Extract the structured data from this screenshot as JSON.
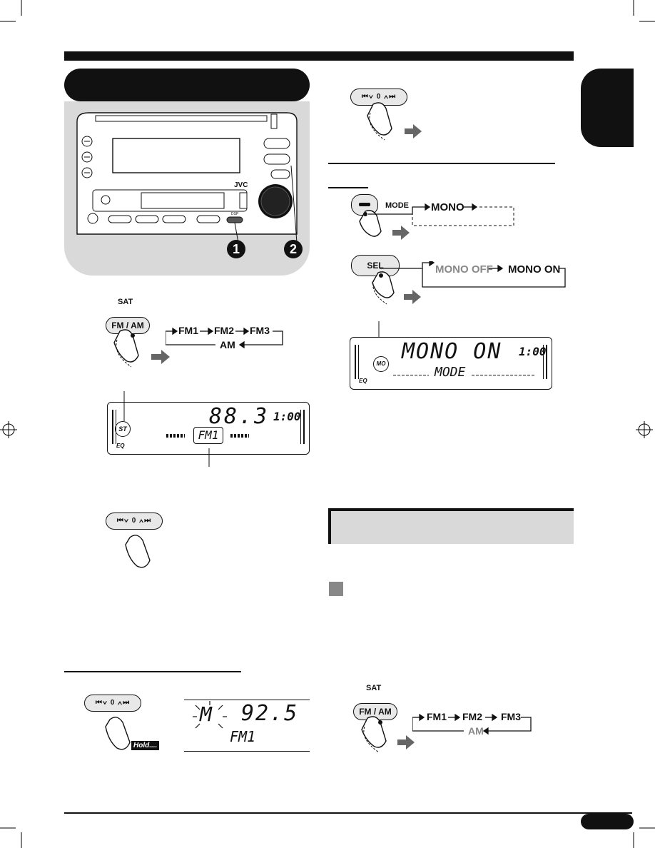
{
  "brand": "JVC",
  "header_bar_color": "#111111",
  "lang_tab_color": "#111111",
  "panel_color": "#d9d9d9",
  "fm_am_button": {
    "label": "FM / AM",
    "sat_label": "SAT"
  },
  "band_sequence": {
    "items": [
      "FM1",
      "FM2",
      "FM3"
    ],
    "return": "AM"
  },
  "display_main": {
    "indicator": "ST",
    "frequency": "88.3",
    "clock": "1:00",
    "band": "FM1",
    "eq_label": "EQ"
  },
  "callouts": {
    "one": "1",
    "two": "2"
  },
  "dev_face_small_label": "DSP",
  "seek_button": {
    "symbols": "⏮∨ 0 ∧⏭"
  },
  "mode_flow": {
    "mode_label": "MODE",
    "first": "MONO"
  },
  "sel_flow": {
    "button": "SEL",
    "off": "MONO OFF",
    "on": "MONO ON"
  },
  "display_mono": {
    "indicator": "MO",
    "main": "MONO ON",
    "clock": "1:00",
    "sub": "MODE",
    "eq_label": "EQ"
  },
  "preset_display": {
    "flash": "M",
    "frequency": "92.5",
    "band": "FM1",
    "hold": "Hold...."
  },
  "band_sequence_2": {
    "items": [
      "FM1",
      "FM2",
      "FM3"
    ],
    "return": "AM"
  },
  "page_tab": ""
}
